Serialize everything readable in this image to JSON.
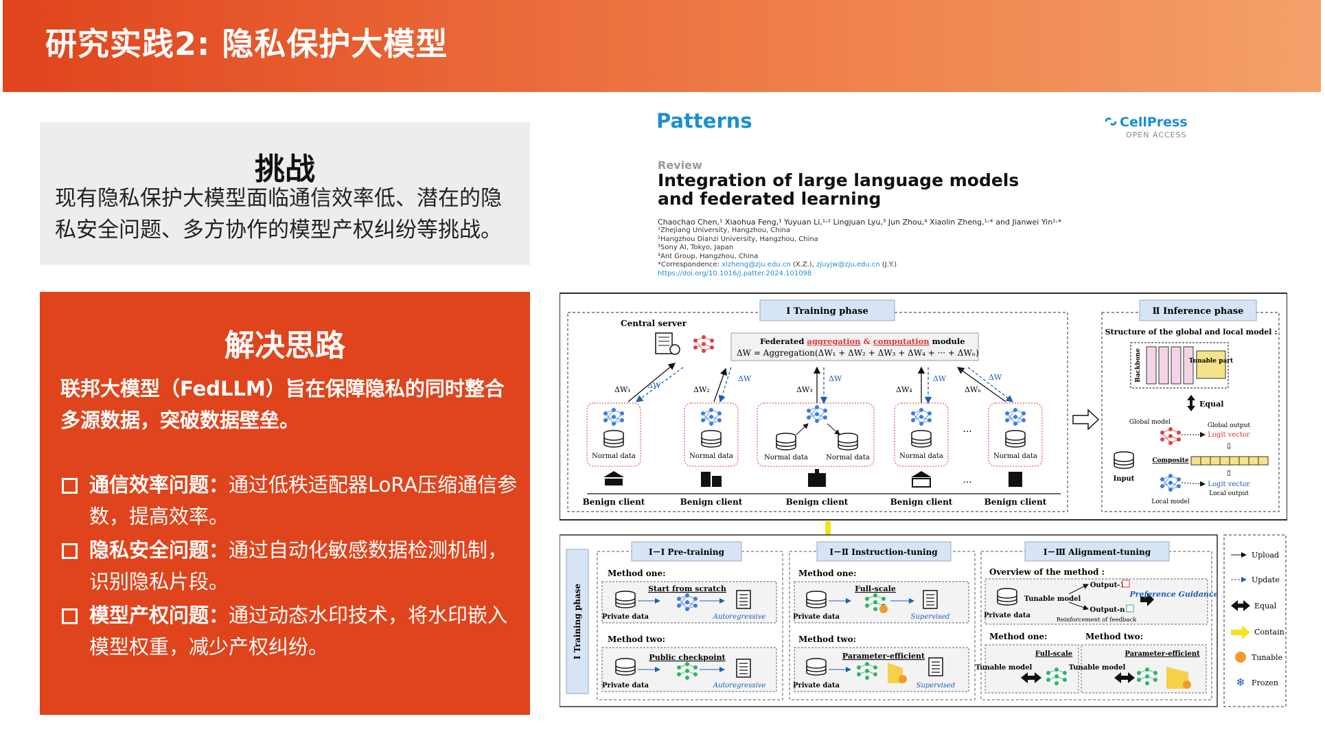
{
  "header": {
    "title": "研究实践2: 隐私保护大模型"
  },
  "challenge": {
    "heading": "挑战",
    "text": "现有隐私保护大模型面临通信效率低、潜在的隐私安全问题、多方协作的模型产权纠纷等挑战。"
  },
  "solution": {
    "heading": "解决思路",
    "lead": "联邦大模型（FedLLM）旨在保障隐私的同时整合多源数据，突破数据壁垒。",
    "bullets": [
      {
        "title": "通信效率问题",
        "text": "通过低秩适配器LoRA压缩通信参数，提高效率。"
      },
      {
        "title": "隐私安全问题",
        "text": "通过自动化敏感数据检测机制，识别隐私片段。"
      },
      {
        "title": "模型产权问题",
        "text": "通过动态水印技术，将水印嵌入模型权重，减少产权纠纷。"
      }
    ],
    "colon": "："
  },
  "paper": {
    "journal": "Patterns",
    "publisher": "CellPress",
    "access": "OPEN ACCESS",
    "type": "Review",
    "title_line1": "Integration of large language models",
    "title_line2": "and federated learning",
    "authors": "Chaochao Chen,¹ Xiaohua Feng,¹ Yuyuan Li,¹˒² Lingjuan Lyu,³ Jun Zhou,⁴ Xiaolin Zheng,¹˒* and Jianwei Yin¹˒*",
    "affiliations": [
      "¹Zhejiang University, Hangzhou, China",
      "²Hangzhou Dianzi University, Hangzhou, China",
      "³Sony AI, Tokyo, Japan",
      "⁴Ant Group, Hangzhou, China"
    ],
    "correspondence_prefix": "*Correspondence: ",
    "email1": "xlzheng@zju.edu.cn",
    "email1_suffix": " (X.Z.), ",
    "email2": "zjuyjw@zju.edu.cn",
    "email2_suffix": " (J.Y.)",
    "doi": "https://doi.org/10.1016/j.patter.2024.101098"
  },
  "figure": {
    "training_phase": "Ⅰ  Training phase",
    "inference_phase": "Ⅱ  Inference phase",
    "central_server": "Central server",
    "agg_prefix": "Federated ",
    "agg_word": "aggregation",
    "agg_amp": " & ",
    "agg_comp": "computation",
    "agg_suffix": " module",
    "agg_formula": "ΔW = Aggregation(ΔW₁ + ΔW₂ + ΔW₃ + ΔW₄ + ··· + ΔWₙ)",
    "dw_labels": [
      "ΔW₁",
      "ΔW₂",
      "ΔW₃",
      "ΔW₄",
      "ΔWₙ"
    ],
    "dw": "ΔW",
    "normal_data": "Normal data",
    "benign_client": "Benign client",
    "ellipsis": "···",
    "structure_title": "Structure of the global and local model :",
    "backbone": "Backbone",
    "tunable_part": "Tunable part",
    "equal": "Equal",
    "global_model": "Global model",
    "global_output": "Global output",
    "logit_vector": "Logit vector",
    "composite": "Composite",
    "input": "Input",
    "local_model": "Local model",
    "local_output": "Local output",
    "pretraining": "Ⅰ－Ⅰ Pre-training",
    "instruction": "Ⅰ－Ⅱ Instruction-tuning",
    "alignment": "Ⅰ－Ⅲ Alignment-tuning",
    "training_side": "Ⅰ  Training phase",
    "method_one": "Method one:",
    "method_two": "Method two:",
    "start_scratch": "Start from scratch",
    "public_checkpoint": "Public checkpoint",
    "full_scale": "Full-scale",
    "param_efficient": "Parameter-efficient",
    "private_data": "Private data",
    "autoregressive": "Autoregressive",
    "supervised": "Supervised",
    "overview": "Overview of the method :",
    "tunable_model": "Tunable model",
    "output_1": "Output-1",
    "output_n": "Output-n",
    "preference": "Preference Guidance",
    "reinforcement": "Reinforcement of feedback",
    "legend": [
      "Upload",
      "Update",
      "Equal",
      "Contain",
      "Tunable",
      "Frozen"
    ],
    "colors": {
      "accent_red": "#e0441c",
      "blue": "#1a5fb4",
      "purple_frame": "#2c2c2c"
    }
  }
}
